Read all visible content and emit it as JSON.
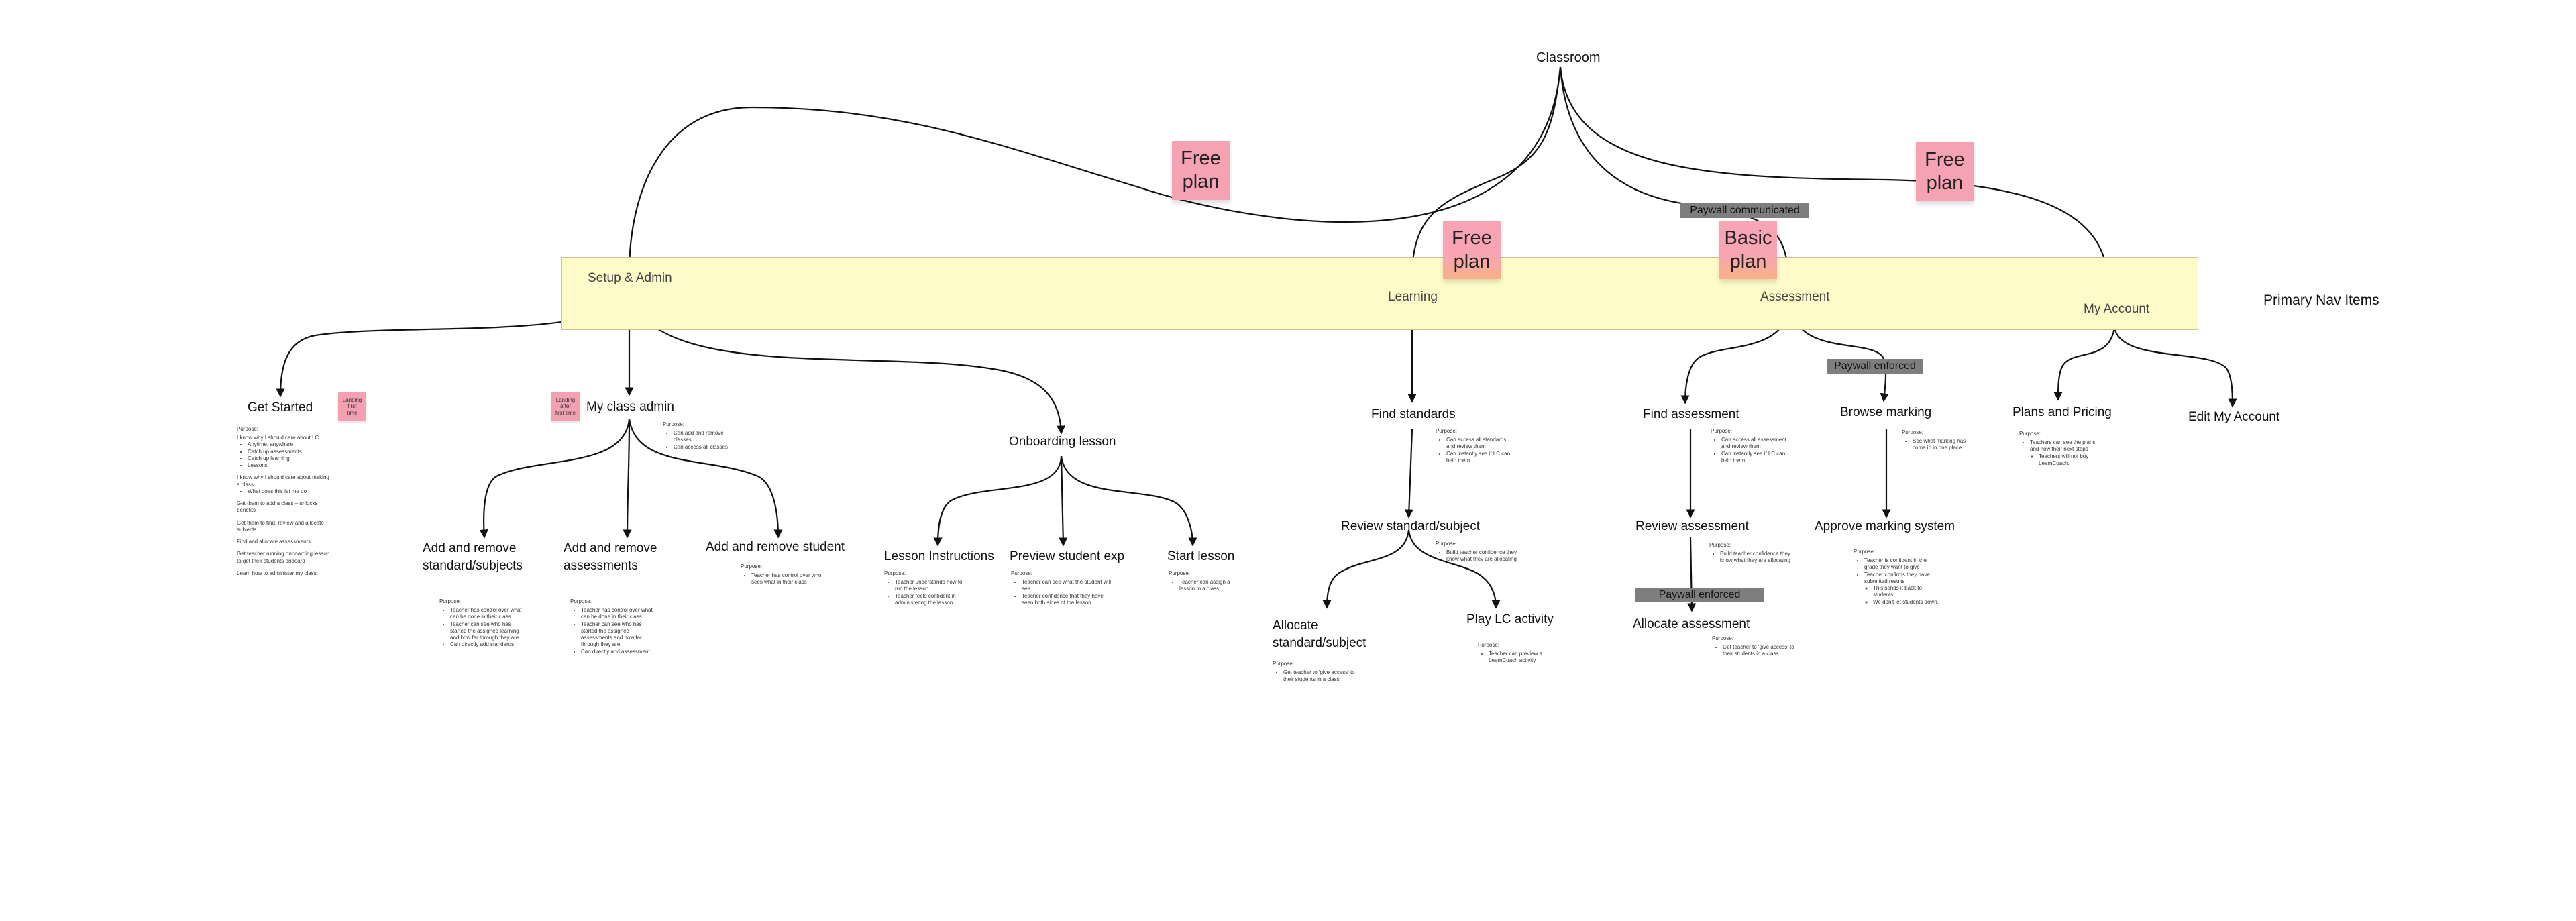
{
  "root": "Classroom",
  "side_label": "Primary Nav Items",
  "nav": {
    "setup": "Setup & Admin",
    "learning": "Learning",
    "assessment": "Assessment",
    "account": "My Account"
  },
  "stickies": {
    "free1": "Free\nplan",
    "free2": "Free\nplan",
    "free3": "Free\nplan",
    "basic": "Basic\nplan",
    "landing1": "Landing\nfirst\ntime",
    "landing2": "Landing\nafter\nfirst time"
  },
  "tags": {
    "communicated": "Paywall communicated",
    "enforced1": "Paywall enforced",
    "enforced2": "Paywall enforced"
  },
  "nodes": {
    "get_started": "Get Started",
    "my_class_admin": "My class admin",
    "onboarding": "Onboarding lesson",
    "add_remove_standards": "Add and remove standard/subjects",
    "add_remove_assessments": "Add and remove assessments",
    "add_remove_student": "Add and remove student",
    "lesson_instructions": "Lesson Instructions",
    "preview_student": "Preview student exp",
    "start_lesson": "Start lesson",
    "find_standards": "Find standards",
    "review_standard": "Review standard/subject",
    "allocate_standard": "Allocate standard/subject",
    "play_lc": "Play LC activity",
    "find_assessment": "Find assessment",
    "review_assessment": "Review assessment",
    "allocate_assessment": "Allocate assessment",
    "browse_marking": "Browse marking",
    "approve_marking": "Approve marking system",
    "plans_pricing": "Plans and Pricing",
    "edit_account": "Edit My Account"
  },
  "notes": {
    "get_started": {
      "heading": "Purpose:",
      "p1": "I know why I should care about LC",
      "p1_items": [
        "Anytime, anywhere",
        "Catch up assessments",
        "Catch up learning",
        "Lessons"
      ],
      "p2": "I know why I should care about making a class",
      "p2_items": [
        "What does this let me do"
      ],
      "p3": "Get them to add a class – unlocks benefits",
      "p4": "Get them to find, review and allocate subjects",
      "p5": "Find and allocate assessments",
      "p6": "Get teacher running onboarding lesson to get their students onboard",
      "p7": "Learn how to administer my class."
    },
    "my_class_admin": {
      "heading": "Purpose:",
      "items": [
        "Can add and remove classes",
        "Can access all classes"
      ]
    },
    "add_remove_standards": {
      "heading": "Purpose:",
      "items": [
        "Teacher has control over what can be done in their class",
        "Teacher can see who has started the assigned learning and how far through they are",
        "Can directly add standards"
      ]
    },
    "add_remove_assessments": {
      "heading": "Purpose:",
      "items": [
        "Teacher has control over what can be done in their class",
        "Teacher can see who has started the assigned assessments and how far through they are",
        "Can directly add assessment"
      ]
    },
    "add_remove_student": {
      "heading": "Purpose:",
      "items": [
        "Teacher has control over who sees what in their class"
      ]
    },
    "lesson_instructions": {
      "heading": "Purpose:",
      "items": [
        "Teacher understands how to run the lesson",
        "Teacher feels confident in administering the lesson"
      ]
    },
    "preview_student": {
      "heading": "Purpose:",
      "items": [
        "Teacher can see what the student will see",
        "Teacher confidence that they have seen both sides of the lesson"
      ]
    },
    "start_lesson": {
      "heading": "Purpose:",
      "items": [
        "Teacher can assign a lesson to a class"
      ]
    },
    "find_standards": {
      "heading": "Purpose:",
      "items": [
        "Can access all standards and review them",
        "Can instantly see if LC can help them"
      ]
    },
    "review_standard": {
      "heading": "Purpose:",
      "items": [
        "Build teacher confidence they know what they are allocating"
      ]
    },
    "allocate_standard": {
      "heading": "Purpose:",
      "items": [
        "Get teacher to 'give access' to their students in a class"
      ]
    },
    "play_lc": {
      "heading": "Purpose:",
      "items": [
        "Teacher can preview a LearnCoach activity"
      ]
    },
    "find_assessment": {
      "heading": "Purpose:",
      "items": [
        "Can access all assessment and review them",
        "Can instantly see if LC can help them"
      ]
    },
    "review_assessment": {
      "heading": "Purpose:",
      "items": [
        "Build teacher confidence they know what they are allocating"
      ]
    },
    "allocate_assessment": {
      "heading": "Purpose:",
      "items": [
        "Get teacher to 'give access' to their students in a class"
      ]
    },
    "browse_marking": {
      "heading": "Purpose:",
      "items": [
        "See what marking has come in in one place"
      ]
    },
    "approve_marking": {
      "heading": "Purpose:",
      "items": [
        "Teacher is confident in the grade they want to give",
        "Teacher confirms they have submitted results"
      ],
      "sub_items": [
        "This sends it back to students",
        "We don't let students down."
      ]
    },
    "plans_pricing": {
      "heading": "Purpose:",
      "items": [
        "Teachers can see the plans and how their next steps"
      ],
      "sub_items": [
        "Teachers will not buy LearnCoach."
      ]
    }
  }
}
